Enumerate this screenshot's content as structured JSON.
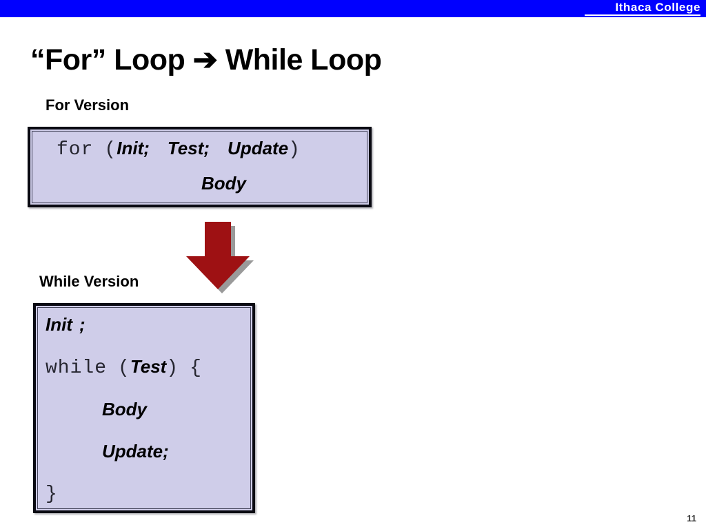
{
  "banner": {
    "brand": "Ithaca College",
    "color": "#0000FF",
    "text_color": "#FFFFFF"
  },
  "slide": {
    "title": "“For” Loop ➔ While Loop",
    "page_number": "11",
    "background": "#FFFFFF"
  },
  "for_section": {
    "caption": "For Version",
    "box_fill": "#CFCDE9",
    "box_border": "#0A0A12",
    "line1": {
      "keyword": "for",
      "open_paren": "(",
      "init": "Init;",
      "test": "Test;",
      "update": "Update",
      "close_paren": ")"
    },
    "line2": {
      "body": "Body"
    }
  },
  "arrow": {
    "name": "down-arrow",
    "color": "#9E1113",
    "shadow_color": "#9A9A9A"
  },
  "while_section": {
    "caption": "While Version",
    "box_fill": "#CFCDE9",
    "box_border": "#0A0A12",
    "line_init": {
      "init": "Init",
      "semicolon": ";"
    },
    "line_while": {
      "keyword": "while",
      "open_paren": "(",
      "test": "Test",
      "close_paren": ")",
      "open_brace": "{"
    },
    "line_body": {
      "body": "Body"
    },
    "line_update": {
      "update": "Update",
      "semicolon": ";"
    },
    "line_close": {
      "close_brace": "}"
    }
  }
}
